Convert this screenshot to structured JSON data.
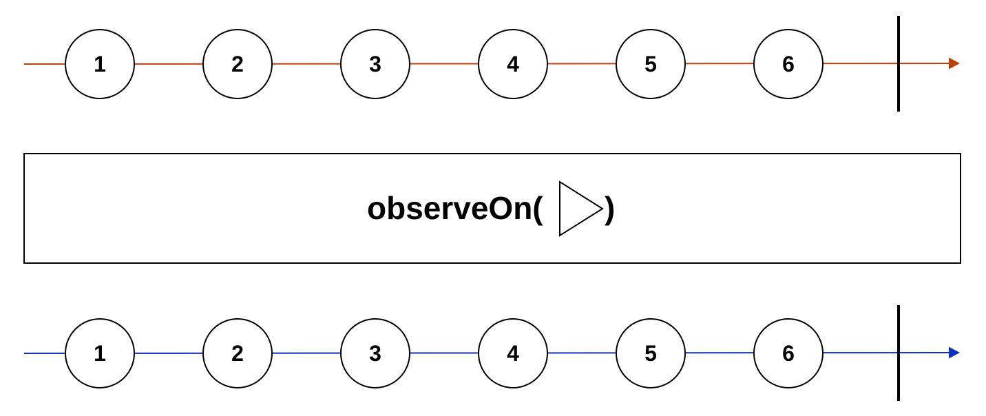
{
  "colors": {
    "source_line": "#C0400A",
    "result_line": "#1030C0",
    "marble_stroke": "#000000",
    "marble_fill": "#ffffff",
    "completion": "#000000",
    "operator_border": "#000000"
  },
  "source_stream": {
    "marbles": [
      "1",
      "2",
      "3",
      "4",
      "5",
      "6"
    ],
    "completes": true
  },
  "operator": {
    "name": "observeOn(",
    "close": ")",
    "scheduler_icon": "play-triangle-icon"
  },
  "result_stream": {
    "marbles": [
      "1",
      "2",
      "3",
      "4",
      "5",
      "6"
    ],
    "completes": true
  }
}
